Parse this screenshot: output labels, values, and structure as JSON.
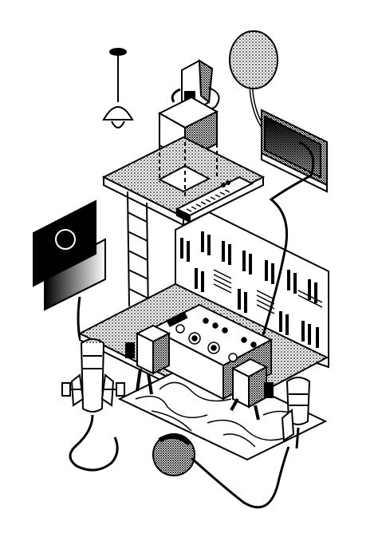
{
  "illustration": {
    "palette": {
      "ink": "#000000",
      "paper": "#ffffff",
      "stipple": "#555555"
    },
    "objects": [
      "pendant-lamp",
      "pop-filter",
      "keyboard-synth",
      "ladder",
      "speaker-panel",
      "acoustic-panel-wall",
      "studio-monitor-left",
      "studio-monitor-right",
      "mixing-console",
      "condenser-microphone-left",
      "condenser-microphone-right",
      "cable-ball",
      "topographic-rug",
      "amplifier-head",
      "wall-monitor-screen"
    ]
  }
}
